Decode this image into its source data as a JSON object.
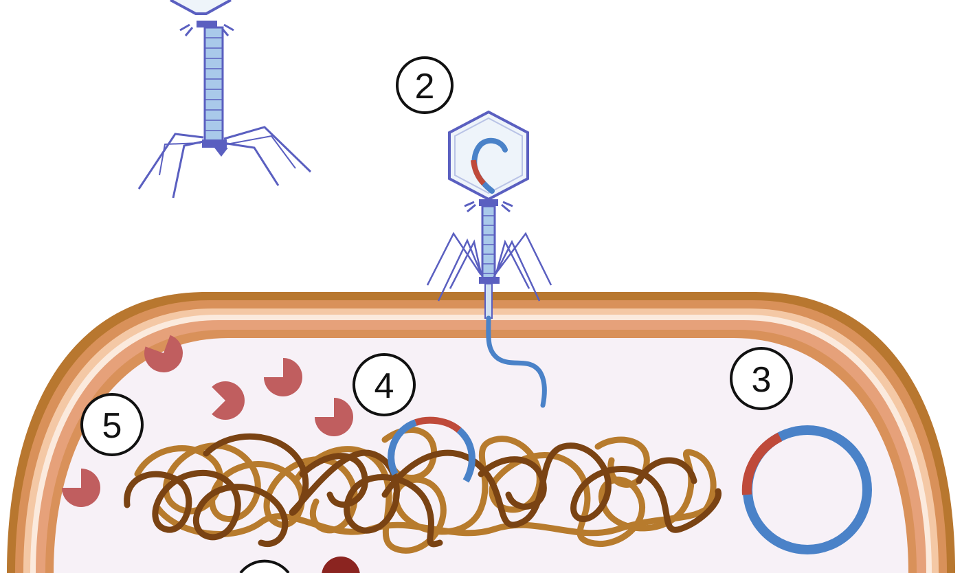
{
  "diagram": {
    "step_labels": {
      "step2": "2",
      "step3": "3",
      "step4": "4",
      "step5": "5"
    },
    "colors": {
      "phage": "#5a5fc0",
      "phage_light": "#a9c9ea",
      "capsid_fill": "#eef4fa",
      "cell_wall_outer": "#b8772f",
      "cell_wall_mid": "#d9915a",
      "cell_wall_light": "#f4c8a5",
      "cytoplasm": "#f7f1f7",
      "host_dna_dark": "#7a4313",
      "host_dna_light": "#b77b2d",
      "phage_dna_blue": "#4a82c8",
      "phage_dna_red": "#bf4a3a",
      "enzyme": "#c05e5f",
      "dark_protein": "#8b2420"
    },
    "icons": [
      "bacteriophage-icon",
      "bacterial-cell-icon",
      "plasmid-icon",
      "chromosome-icon",
      "enzyme-icon"
    ]
  }
}
